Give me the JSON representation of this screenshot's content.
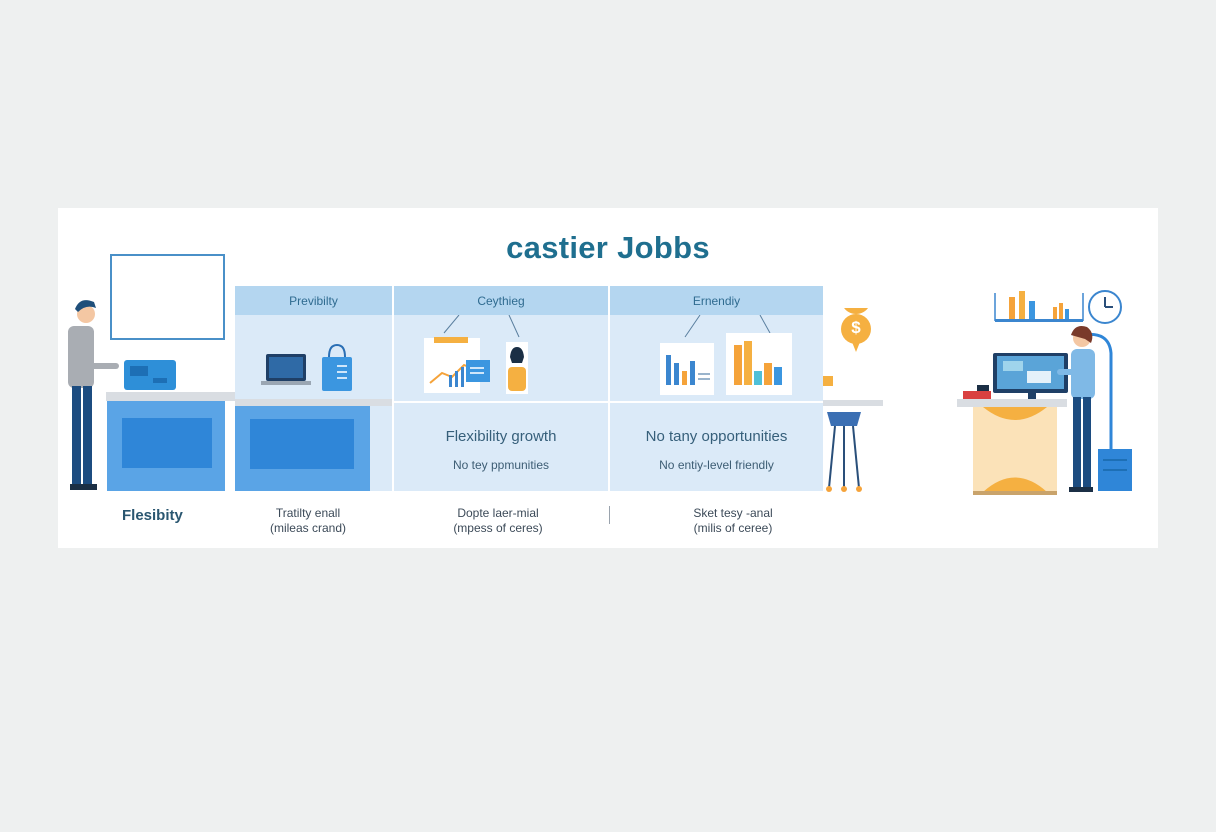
{
  "title": "castier Jobbs",
  "panels": [
    {
      "header": "Previbilty"
    },
    {
      "header": "Ceythieg",
      "body_text_1": "Flexibility growth",
      "body_text_2": "No tey ppmunities"
    },
    {
      "header": "Ernendiy",
      "body_text_1": "No tany opportunities",
      "body_text_2": "No entiy-level friendly"
    }
  ],
  "captions": {
    "left_label": "Flesibity",
    "col1": [
      "Tratilty enall",
      "(mileas crand)"
    ],
    "col2": [
      "Dopte laer-mial",
      "(mpess of ceres)"
    ],
    "col3": [
      "Sket tesy -anal",
      "(milis of ceree)"
    ]
  },
  "icons": {
    "dollar": "$"
  },
  "colors": {
    "title": "#1f6f8f",
    "panel_header": "#b4d6f0",
    "panel_body": "#dbeaf8",
    "counter_blue": "#4a9be0",
    "accent_orange": "#f5b041"
  }
}
